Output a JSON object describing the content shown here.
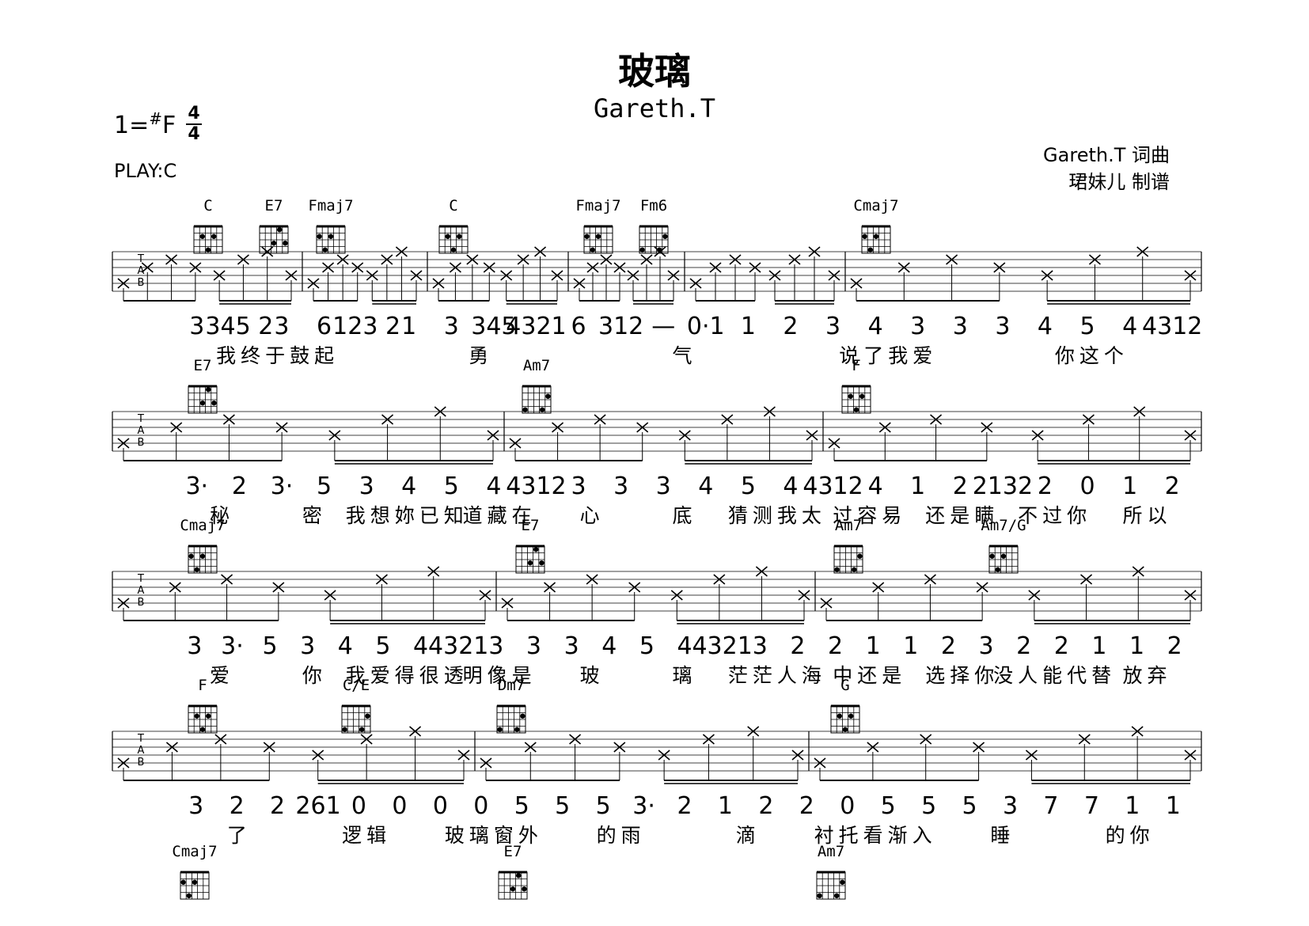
{
  "header": {
    "title": "玻璃",
    "artist": "Gareth.T",
    "key_prefix": "1=",
    "key_sharp": "#",
    "key_note": "F",
    "time_top": "4",
    "time_bottom": "4",
    "play": "PLAY:C",
    "lyricist": "Gareth.T 词曲",
    "arranger": "珺妹儿 制谱"
  },
  "tab_labels": [
    "T",
    "A",
    "B"
  ],
  "time_sig_small": [
    "4",
    "4"
  ],
  "chart_data": {
    "type": "table",
    "systems": [
      {
        "chords": [
          "C",
          "E7",
          "Fmaj7",
          "C",
          "Fmaj7",
          "Fm6",
          "Cmaj7"
        ],
        "notation": [
          "3",
          "345 2",
          "3",
          "6",
          "123 2",
          "1",
          "3",
          "345",
          "4321",
          "6",
          "312",
          "—",
          "0·1",
          "1",
          "2",
          "3",
          "4",
          "3",
          "3",
          "3",
          "4",
          "5",
          "4",
          "4312"
        ],
        "lyrics": [
          "我终于鼓起",
          "勇",
          "气",
          "说了我爱",
          "你这个"
        ]
      },
      {
        "chords": [
          "E7",
          "Am7",
          "F"
        ],
        "notation": [
          "3·",
          "2",
          "3·",
          "5",
          "3",
          "4",
          "5",
          "4",
          "4312",
          "3",
          "3",
          "3",
          "4",
          "5",
          "4",
          "4312",
          "4",
          "1",
          "2",
          "2132",
          "2",
          "0",
          "1",
          "2"
        ],
        "lyrics": [
          "秘",
          "密",
          "我想妳已知",
          "道藏在",
          "心",
          "底",
          "猜测我太",
          "过容易",
          "还是瞒",
          "不过你",
          "所以"
        ]
      },
      {
        "chords": [
          "Cmaj7",
          "E7",
          "Am7",
          "Am7/G"
        ],
        "notation": [
          "3",
          "3·",
          "5",
          "3",
          "4",
          "5",
          "4",
          "4321",
          "3",
          "3",
          "3",
          "4",
          "5",
          "4",
          "4321",
          "3",
          "2",
          "2",
          "1",
          "1",
          "2",
          "3",
          "2",
          "2",
          "1",
          "1",
          "2"
        ],
        "lyrics": [
          "爱",
          "你",
          "我爱得很透",
          "明像是",
          "玻",
          "璃",
          "茫茫人海",
          "中还是",
          "选择你",
          "没人能代替",
          "放弃"
        ]
      },
      {
        "chords": [
          "F",
          "C/E",
          "Dm7",
          "G"
        ],
        "notation": [
          "3",
          "2",
          "2",
          "261",
          "0",
          "0",
          "0",
          "0",
          "5",
          "5",
          "5",
          "3·",
          "2",
          "1",
          "2",
          "2",
          "0",
          "5",
          "5",
          "5",
          "3",
          "7",
          "7",
          "1",
          "1"
        ],
        "lyrics": [
          "了",
          "逻辑",
          "玻璃窗外",
          "的雨",
          "滴",
          "衬托看渐入",
          "睡",
          "的你"
        ]
      }
    ],
    "partial_chords": [
      "Cmaj7",
      "E7",
      "Am7"
    ]
  }
}
